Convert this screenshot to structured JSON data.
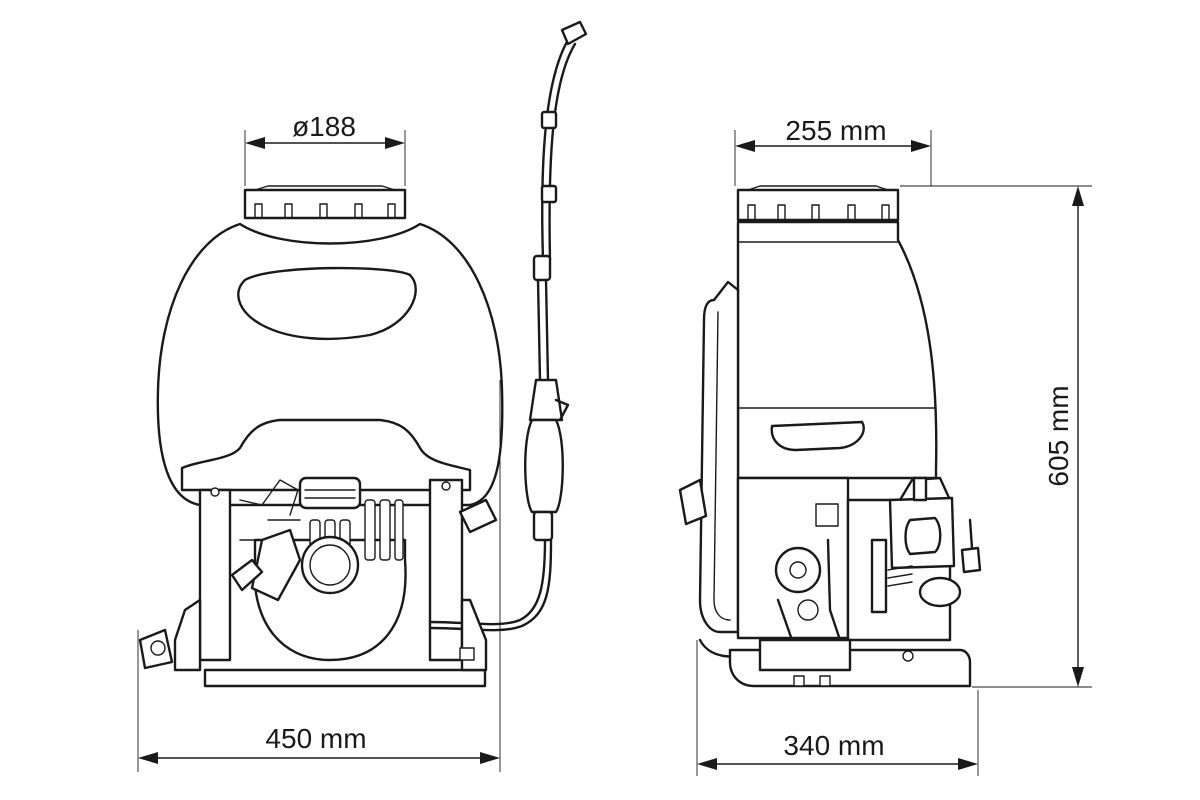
{
  "dimensions": {
    "top_diameter": "ø188",
    "front_width": "450 mm",
    "side_top_width": "255 mm",
    "side_base_width": "340 mm",
    "height": "605 mm"
  },
  "colors": {
    "line": "#1a1a1a",
    "background": "#ffffff"
  }
}
